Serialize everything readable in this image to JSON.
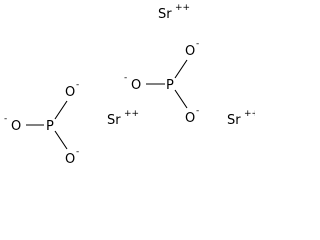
{
  "phosphite_top": {
    "p": "P",
    "o_up": "O",
    "o_up_charge": "-",
    "o_left": "O",
    "o_left_charge": "-",
    "o_down": "O",
    "o_down_charge": "-"
  },
  "phosphite_bottom": {
    "p": "P",
    "o_up": "O",
    "o_up_charge": "-",
    "o_left": "O",
    "o_left_charge": "-",
    "o_down": "O",
    "o_down_charge": "-"
  },
  "cations": [
    {
      "symbol": "Sr",
      "charge": "++"
    },
    {
      "symbol": "Sr",
      "charge": "++"
    },
    {
      "symbol": "Sr",
      "charge": "++"
    }
  ]
}
